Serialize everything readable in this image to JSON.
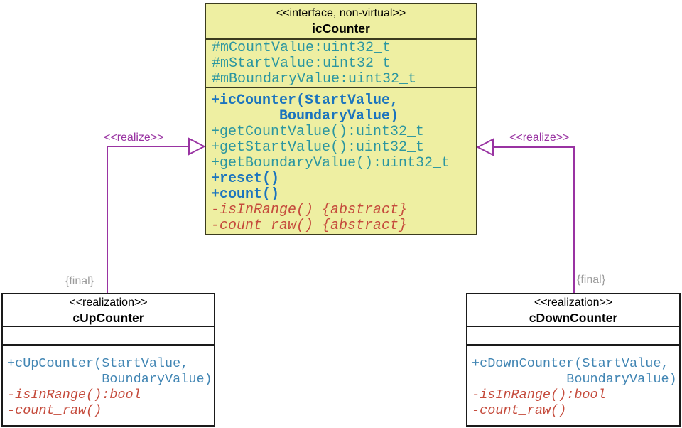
{
  "diagram": {
    "interface_class": {
      "stereotype": "<<interface, non-virtual>>",
      "name": "icCounter",
      "attributes": [
        "#mCountValue:uint32_t",
        "#mStartValue:uint32_t",
        "#mBoundaryValue:uint32_t"
      ],
      "operations": [
        "+icCounter(StartValue,",
        "        BoundaryValue)",
        "+getCountValue():uint32_t",
        "+getStartValue():uint32_t",
        "+getBoundaryValue():uint32_t",
        "+reset()",
        "+count()",
        "-isInRange() {abstract}",
        "-count_raw() {abstract}"
      ]
    },
    "left_class": {
      "stereotype": "<<realization>>",
      "name": "cUpCounter",
      "operations": [
        "+cUpCounter(StartValue,",
        "            BoundaryValue)",
        "-isInRange():bool",
        "-count_raw()"
      ]
    },
    "right_class": {
      "stereotype": "<<realization>>",
      "name": "cDownCounter",
      "operations": [
        "+cDownCounter(StartValue,",
        "            BoundaryValue)",
        "-isInRange():bool",
        "-count_raw()"
      ]
    },
    "connectors": {
      "left": {
        "label": "<<realize>>",
        "constraint": "{final}"
      },
      "right": {
        "label": "<<realize>>",
        "constraint": "{final}"
      }
    },
    "colors": {
      "interface_fill": "#EEEFA2",
      "interface_border": "#3B3B1E",
      "class_border": "#1A1A1A",
      "attribute_text": "#2B96A0",
      "public_bold_text": "#1B74BE",
      "constructor_text": "#4286B4",
      "private_abstract_text": "#C54B3C",
      "realize_line": "#9933A2",
      "constraint_text": "#9C9C9C"
    }
  }
}
